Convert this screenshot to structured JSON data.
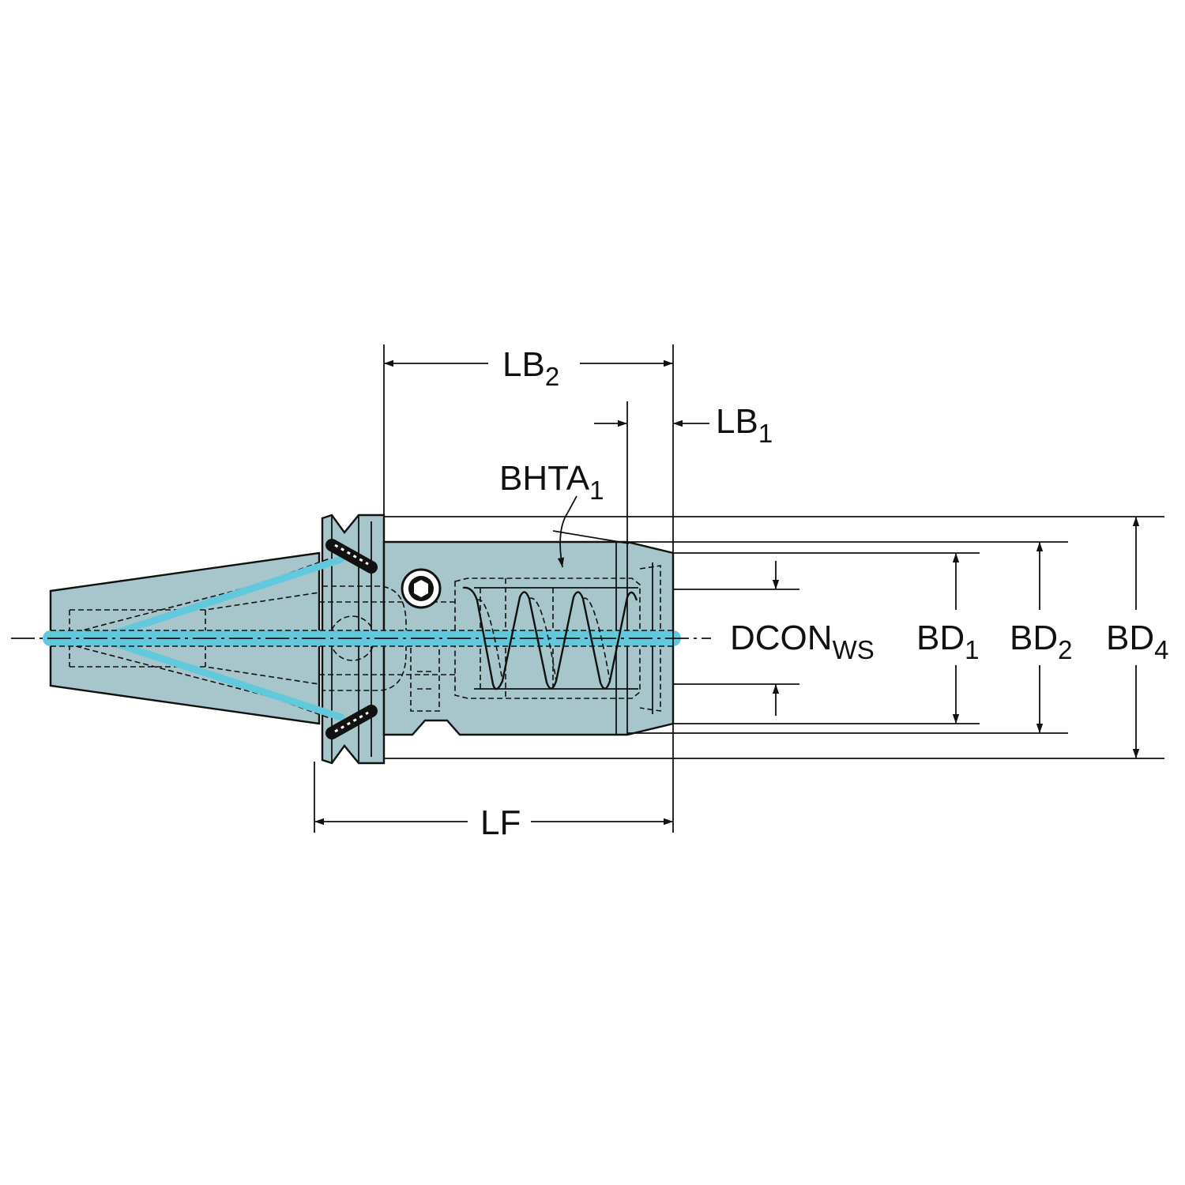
{
  "colors": {
    "body": "#a7c6cc",
    "coolant": "#62c8dc",
    "line": "#111111",
    "background": "#ffffff"
  },
  "labels": {
    "lb2": {
      "main": "LB",
      "sub": "2"
    },
    "lb1": {
      "main": "LB",
      "sub": "1"
    },
    "bhta1": {
      "main": "BHTA",
      "sub": "1"
    },
    "dconws": {
      "main": "DCON",
      "sub": "WS"
    },
    "bd1": {
      "main": "BD",
      "sub": "1"
    },
    "bd2": {
      "main": "BD",
      "sub": "2"
    },
    "bd4": {
      "main": "BD",
      "sub": "4"
    },
    "lf": {
      "main": "LF"
    }
  },
  "icons": [
    "hex-socket-screw-icon",
    "spring-icon",
    "ball-screw-icon"
  ]
}
